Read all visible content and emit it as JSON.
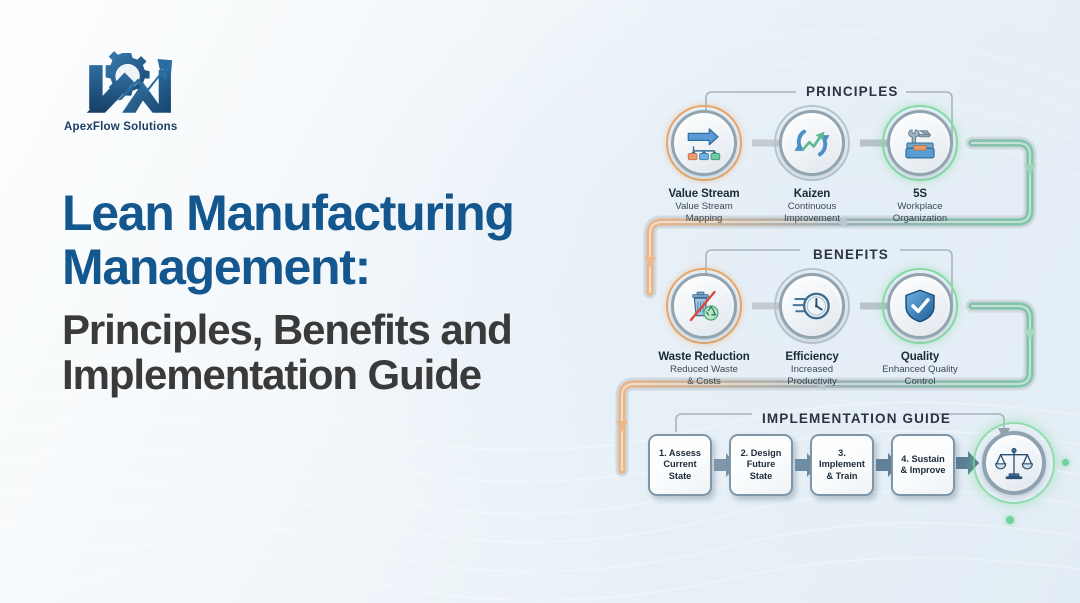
{
  "brand": {
    "name": "ApexFlow Solutions",
    "logo_icon": "gear-growth-arrow-logo",
    "primary_color": "#14578f",
    "logo_color": "#1d3f63"
  },
  "headline": {
    "line1": "Lean Manufacturing",
    "line2": "Management:",
    "line3": "Principles, Benefits and",
    "line4": "Implementation Guide",
    "blue_color": "#14578f",
    "dark_color": "#3a3a3a"
  },
  "diagram": {
    "sections": [
      {
        "label": "PRINCIPLES"
      },
      {
        "label": "BENEFITS"
      },
      {
        "label": "IMPLEMENTATION GUIDE"
      }
    ],
    "principles": [
      {
        "title": "Value Stream",
        "sub_line1": "Value Stream",
        "sub_line2": "Mapping",
        "icon": "value-stream-flow-icon",
        "ring": "orange"
      },
      {
        "title": "Kaizen",
        "sub_line1": "Continuous",
        "sub_line2": "Improvement",
        "icon": "continuous-improvement-cycle-icon",
        "ring": "grey"
      },
      {
        "title": "5S",
        "sub_line1": "Workplace",
        "sub_line2": "Organization",
        "icon": "toolbox-icon",
        "ring": "green"
      }
    ],
    "benefits": [
      {
        "title": "Waste Reduction",
        "sub_line1": "Reduced Waste",
        "sub_line2": "& Costs",
        "icon": "no-waste-trash-recycle-icon",
        "ring": "orange"
      },
      {
        "title": "Efficiency",
        "sub_line1": "Increased",
        "sub_line2": "Productivity",
        "icon": "fast-clock-icon",
        "ring": "grey"
      },
      {
        "title": "Quality",
        "sub_line1": "Enhanced Quality",
        "sub_line2": "Control",
        "icon": "shield-check-icon",
        "ring": "green"
      }
    ],
    "implementation_steps": [
      {
        "line1": "1. Assess",
        "line2": "Current",
        "line3": "State"
      },
      {
        "line1": "2. Design",
        "line2": "Future",
        "line3": "State"
      },
      {
        "line1": "3.",
        "line2": "Implement",
        "line3": "& Train"
      },
      {
        "line1": "4. Sustain",
        "line2": "& Improve",
        "line3": ""
      }
    ],
    "outcome": {
      "icon": "balance-scales-icon"
    },
    "pipe_colors": {
      "orange": "#e0a87a",
      "teal": "#6f9fa8",
      "green": "#7cc9a5",
      "grey": "#9aa8b2"
    }
  }
}
